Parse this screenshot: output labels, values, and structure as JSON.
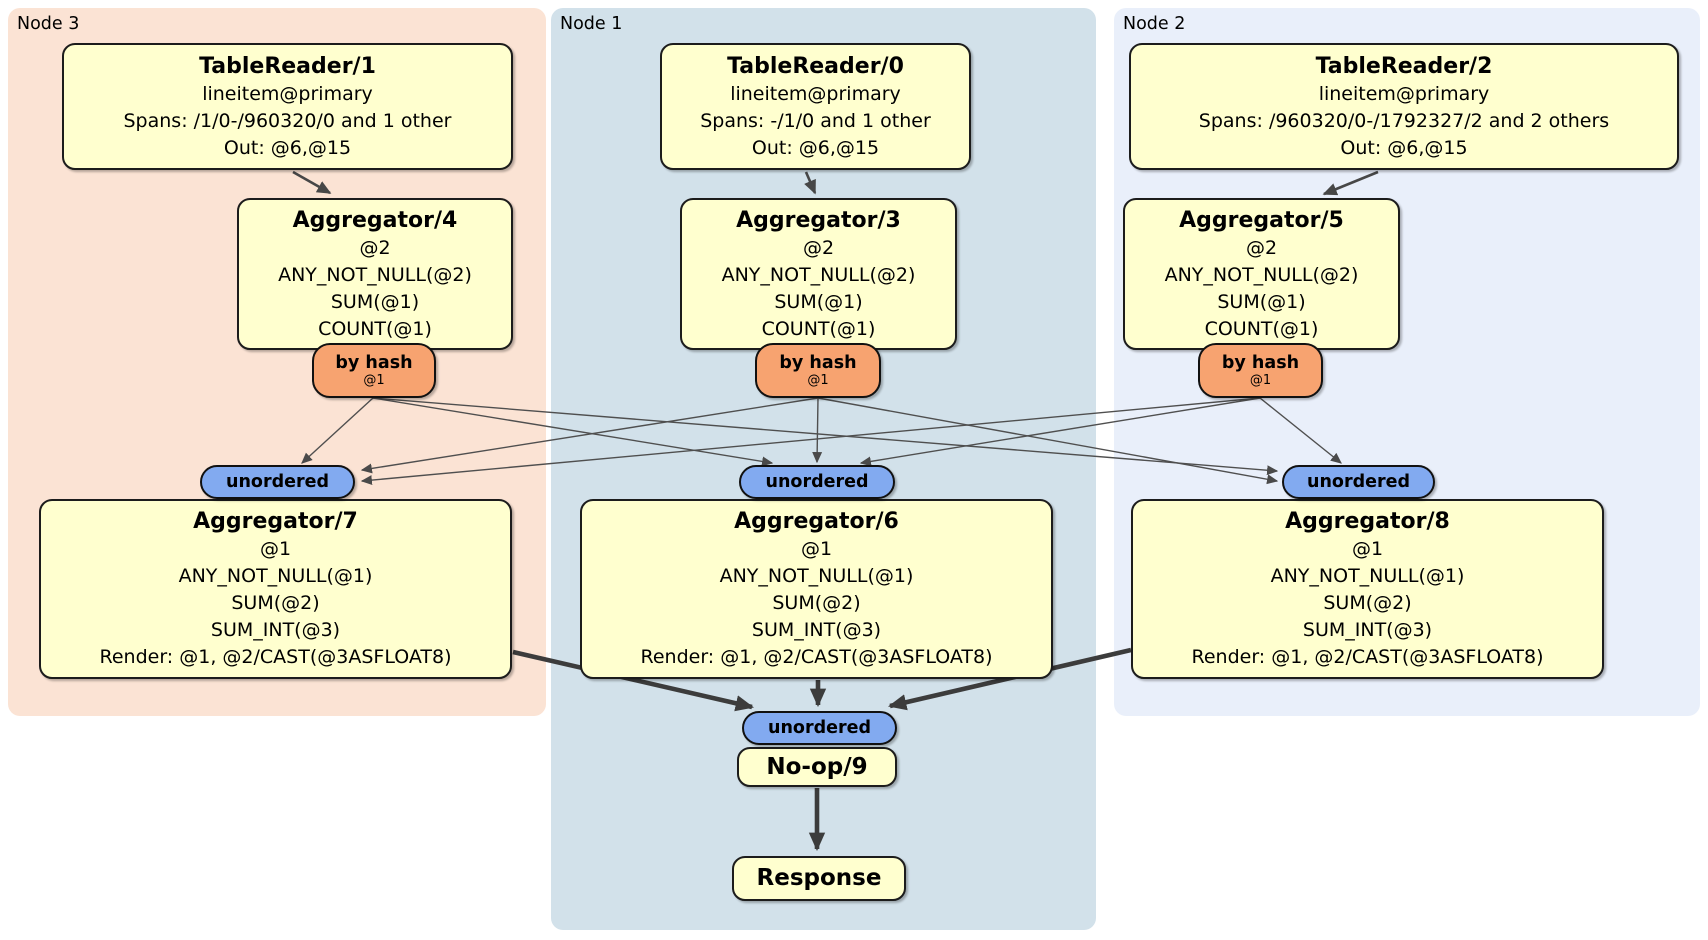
{
  "regions": [
    {
      "label": "Node 3"
    },
    {
      "label": "Node 1"
    },
    {
      "label": "Node 2"
    }
  ],
  "processors": [
    {
      "title": "TableReader/1",
      "lines": [
        "lineitem@primary",
        "Spans: /1/0-/960320/0 and 1 other",
        "Out: @6,@15"
      ]
    },
    {
      "title": "Aggregator/4",
      "lines": [
        "@2",
        "ANY_NOT_NULL(@2)",
        "SUM(@1)",
        "COUNT(@1)"
      ]
    },
    {
      "title": "TableReader/0",
      "lines": [
        "lineitem@primary",
        "Spans: -/1/0 and 1 other",
        "Out: @6,@15"
      ]
    },
    {
      "title": "Aggregator/3",
      "lines": [
        "@2",
        "ANY_NOT_NULL(@2)",
        "SUM(@1)",
        "COUNT(@1)"
      ]
    },
    {
      "title": "TableReader/2",
      "lines": [
        "lineitem@primary",
        "Spans: /960320/0-/1792327/2 and 2 others",
        "Out: @6,@15"
      ]
    },
    {
      "title": "Aggregator/5",
      "lines": [
        "@2",
        "ANY_NOT_NULL(@2)",
        "SUM(@1)",
        "COUNT(@1)"
      ]
    },
    {
      "title": "Aggregator/7",
      "lines": [
        "@1",
        "ANY_NOT_NULL(@1)",
        "SUM(@2)",
        "SUM_INT(@3)",
        "Render: @1, @2/CAST(@3ASFLOAT8)"
      ]
    },
    {
      "title": "Aggregator/6",
      "lines": [
        "@1",
        "ANY_NOT_NULL(@1)",
        "SUM(@2)",
        "SUM_INT(@3)",
        "Render: @1, @2/CAST(@3ASFLOAT8)"
      ]
    },
    {
      "title": "Aggregator/8",
      "lines": [
        "@1",
        "ANY_NOT_NULL(@1)",
        "SUM(@2)",
        "SUM_INT(@3)",
        "Render: @1, @2/CAST(@3ASFLOAT8)"
      ]
    },
    {
      "title": "No-op/9"
    },
    {
      "title": "Response"
    }
  ],
  "routers": [
    {
      "label": "by hash",
      "detail": "@1"
    },
    {
      "label": "by hash",
      "detail": "@1"
    },
    {
      "label": "by hash",
      "detail": "@1"
    }
  ],
  "syncs": [
    {
      "label": "unordered"
    },
    {
      "label": "unordered"
    },
    {
      "label": "unordered"
    },
    {
      "label": "unordered"
    }
  ],
  "colors": {
    "node3_bg": "#fbe3d4",
    "node1_bg": "#d2e1ea",
    "node2_bg": "#e9effa",
    "processor_fill": "#ffffcf",
    "router_fill": "#f7a370",
    "sync_fill": "#82aaf0",
    "edge": "#4a4a4a",
    "background": "#ffffff"
  }
}
